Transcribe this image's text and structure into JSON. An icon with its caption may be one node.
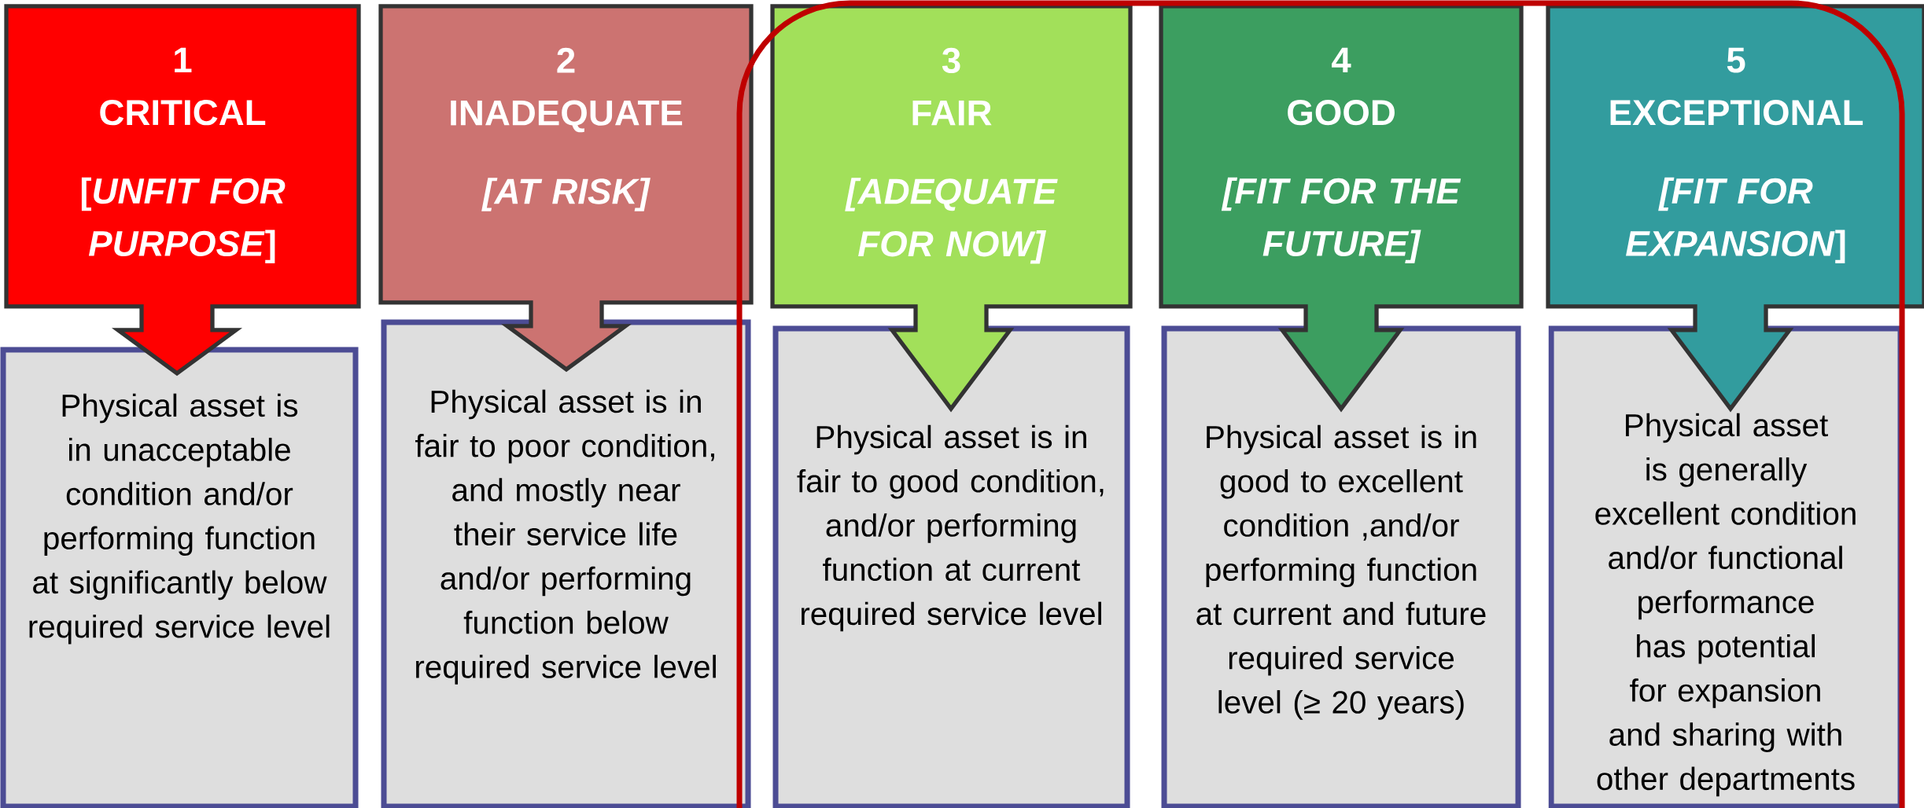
{
  "diagram": {
    "nodes": [
      {
        "text": [
          "1",
          "CRITICAL",
          "[*UNFIT FOR PURPOSE*]"
        ]
      },
      {
        "text": [
          "2",
          "INADEQUATE",
          "[AT RISK]"
        ]
      },
      {
        "text": [
          "3",
          "FAIR",
          "[ADEQUATE FOR NOW]"
        ]
      },
      {
        "text": [
          "4",
          "GOOD",
          "[FIT FOR THE FUTURE]"
        ]
      },
      {
        "text": [
          "5",
          "EXCEPTIONAL",
          "*[FIT FOR EXPANSION*]"
        ]
      },
      {
        "text": [
          "Physical asset is in unacceptable condition and/or performing function at significantly below required service level"
        ]
      },
      {
        "text": [
          "Physical asset is in fair to poor condition, and mostly near their service life and/or performing function below required service level"
        ]
      },
      {
        "text": [
          "Physical asset is in fair to good condition, and/or performing function at current required service level"
        ]
      },
      {
        "text": [
          "Physical asset is in good to excellent condition ,and/or performing function at current and future required service level (≥ 20 years)"
        ]
      },
      {
        "text": [
          "Physical asset is generally excellent condition and/or functional performance has potential for expansion and sharing with other departments"
        ]
      }
    ]
  }
}
